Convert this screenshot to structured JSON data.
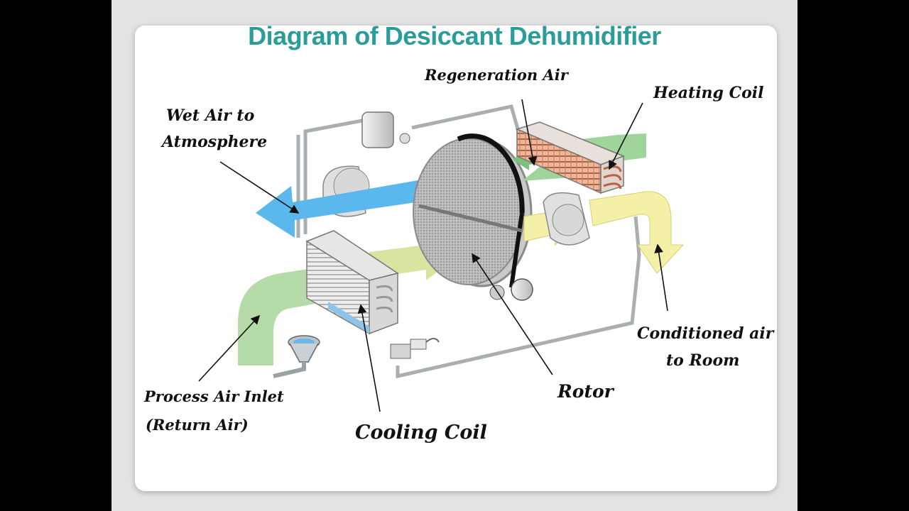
{
  "title": "Diagram of Desiccant Dehumidifier",
  "labels": {
    "regeneration_air": "Regeneration Air",
    "heating_coil": "Heating Coil",
    "wet_air_1": "Wet Air to",
    "wet_air_2": "Atmosphere",
    "conditioned_1": "Conditioned air",
    "conditioned_2": "to Room",
    "rotor": "Rotor",
    "process_1": "Process Air Inlet",
    "process_2": "(Return Air)",
    "cooling_coil": "Cooling Coil"
  },
  "colors": {
    "title": "#2a9d98",
    "process_air": "#b5dba8",
    "wet_air": "#5bb8ec",
    "dry_air": "#f5f0a8",
    "regeneration_air": "#9fd49a",
    "pipe": "#9aa0a4",
    "coil": "#d08a6a"
  }
}
